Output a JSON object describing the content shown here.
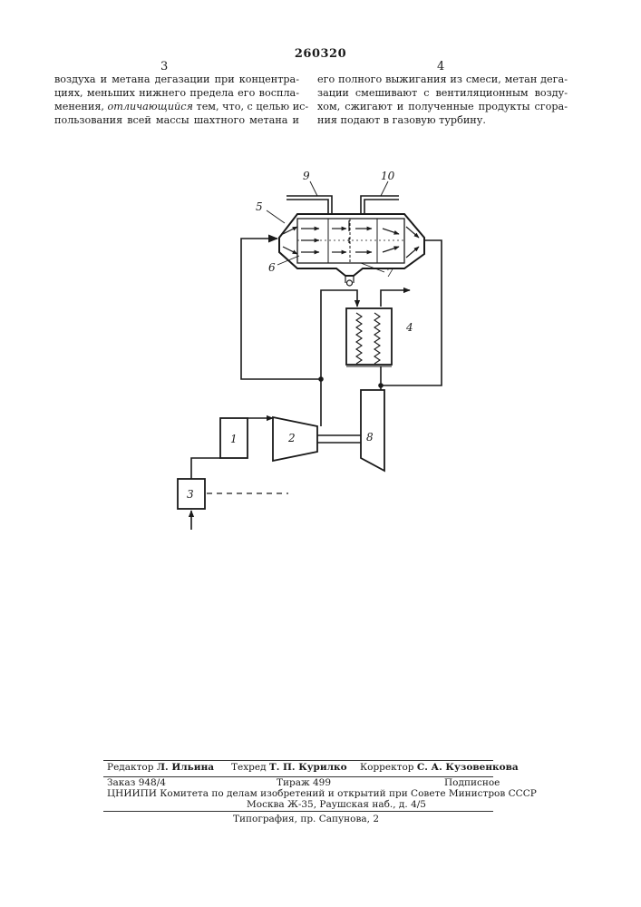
{
  "header": {
    "patent_number": "260320",
    "left_column_number": "3",
    "right_column_number": "4"
  },
  "left_column": {
    "lines": [
      "воздуха и метана дегазации при концентра-",
      "циях, меньших нижнего предела его воспла-",
      "менения,",
      "пользования всей массы шахтного метана и"
    ],
    "line3_emphasis": "отличающийся",
    "line3_rest": "тем, что, с целью ис-"
  },
  "right_column": {
    "lines": [
      "его полного выжигания из смеси, метан дега-",
      "зации смешивают с вентиляционным возду-",
      "хом, сжигают и полученные продукты сгора-",
      "ния подают в газовую турбину."
    ]
  },
  "diagram": {
    "labels": {
      "l1": "1",
      "l2": "2",
      "l3": "3",
      "l4": "4",
      "l5": "5",
      "l6": "6",
      "l7": "7",
      "l8": "8",
      "l9": "9",
      "l10": "10"
    }
  },
  "footer": {
    "editor_label": "Редактор",
    "editor_name": "Л. Ильина",
    "techred_label": "Техред",
    "techred_name": "Т. П. Курилко",
    "corrector_label": "Корректор",
    "corrector_name": "С. А. Кузовенкова",
    "order": "Заказ 948/4",
    "circulation": "Тираж 499",
    "subscription": "Подписное",
    "institute_line": "ЦНИИПИ Комитета по делам изобретений и открытий при Совете Министров СССР",
    "address_line": "Москва Ж-35, Раушская наб., д. 4/5",
    "printer_line": "Типография, пр. Сапунова, 2"
  }
}
